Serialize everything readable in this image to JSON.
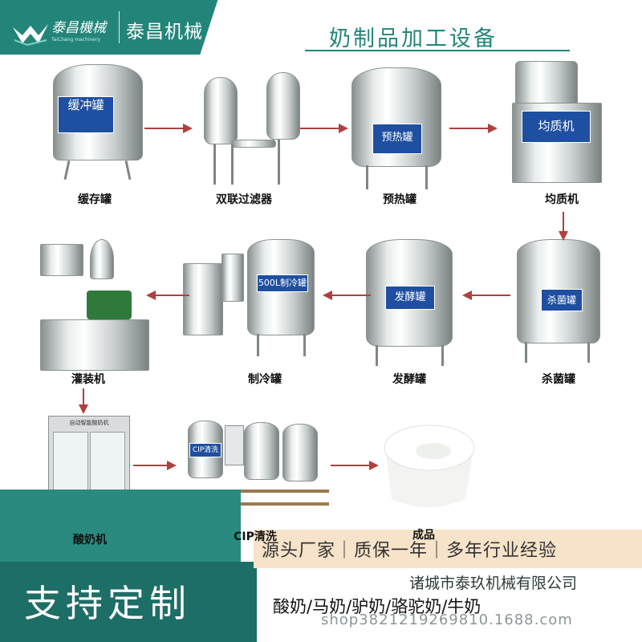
{
  "header": {
    "logo_cn": "泰昌機械",
    "logo_en": "TaiChang machinery",
    "company_name": "泰昌机械",
    "page_title": "奶制品加工设备"
  },
  "equipment": [
    {
      "caption": "缓存罐",
      "plate": "缓冲罐"
    },
    {
      "caption": "双联过滤器"
    },
    {
      "caption": "预热罐",
      "plate": "预热罐"
    },
    {
      "caption": "均质机",
      "plate": "均质机"
    },
    {
      "caption": "杀菌罐",
      "plate": "杀菌罐"
    },
    {
      "caption": "发酵罐",
      "plate": "发酵罐"
    },
    {
      "caption": "制冷罐",
      "plate": "500L制冷罐"
    },
    {
      "caption": "灌装机"
    },
    {
      "caption": "酸奶机",
      "plate": "自动智能酸奶机"
    },
    {
      "caption": "CIP清洗",
      "plate": "CIP清洗"
    },
    {
      "caption": "成品"
    }
  ],
  "colors": {
    "brand_green": "#23857a",
    "plate_blue": "#1f4fa0",
    "slogan_bg": "#f6e3c9"
  },
  "bottom": {
    "slogan": "源头厂家｜质保一年｜多年行业经验",
    "customize": "支持定制",
    "company_full": "诸城市泰玖机械有限公司",
    "products": "酸奶/马奶/驴奶/骆驼奶/牛奶",
    "shop_url": "shop3821219269810.1688.com"
  }
}
